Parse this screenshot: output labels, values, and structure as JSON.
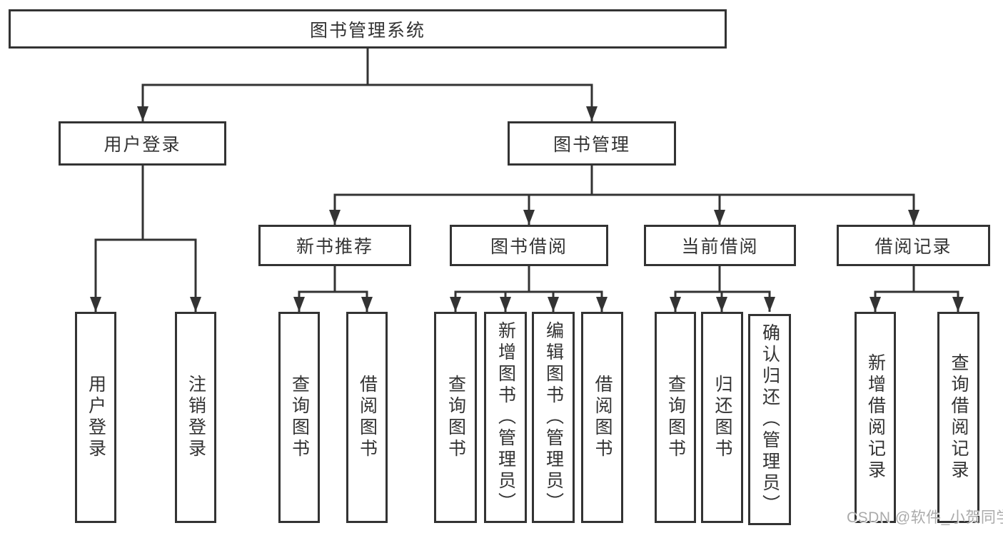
{
  "diagram": {
    "title": "图书管理系统",
    "branches": [
      {
        "label": "用户登录",
        "children": [
          {
            "label": "用户登录"
          },
          {
            "label": "注销登录"
          }
        ]
      },
      {
        "label": "图书管理",
        "children": [
          {
            "label": "新书推荐",
            "children": [
              {
                "label": "查询图书"
              },
              {
                "label": "借阅图书"
              }
            ]
          },
          {
            "label": "图书借阅",
            "children": [
              {
                "label": "查询图书"
              },
              {
                "label": "新增图书（管理员）"
              },
              {
                "label": "编辑图书（管理员）"
              },
              {
                "label": "借阅图书"
              }
            ]
          },
          {
            "label": "当前借阅",
            "children": [
              {
                "label": "查询图书"
              },
              {
                "label": "归还图书"
              },
              {
                "label": "确认归还（管理员）"
              }
            ]
          },
          {
            "label": "借阅记录",
            "children": [
              {
                "label": "新增借阅记录"
              },
              {
                "label": "查询借阅记录"
              }
            ]
          }
        ]
      }
    ]
  },
  "watermark": {
    "text": "CSDN @软件_小贺同学"
  },
  "colors": {
    "line": "#333333",
    "box_border": "#333333",
    "box_background": "#ffffff",
    "text": "#333333",
    "watermark_text": "#aaaaaa",
    "canvas_background": "#ffffff"
  }
}
